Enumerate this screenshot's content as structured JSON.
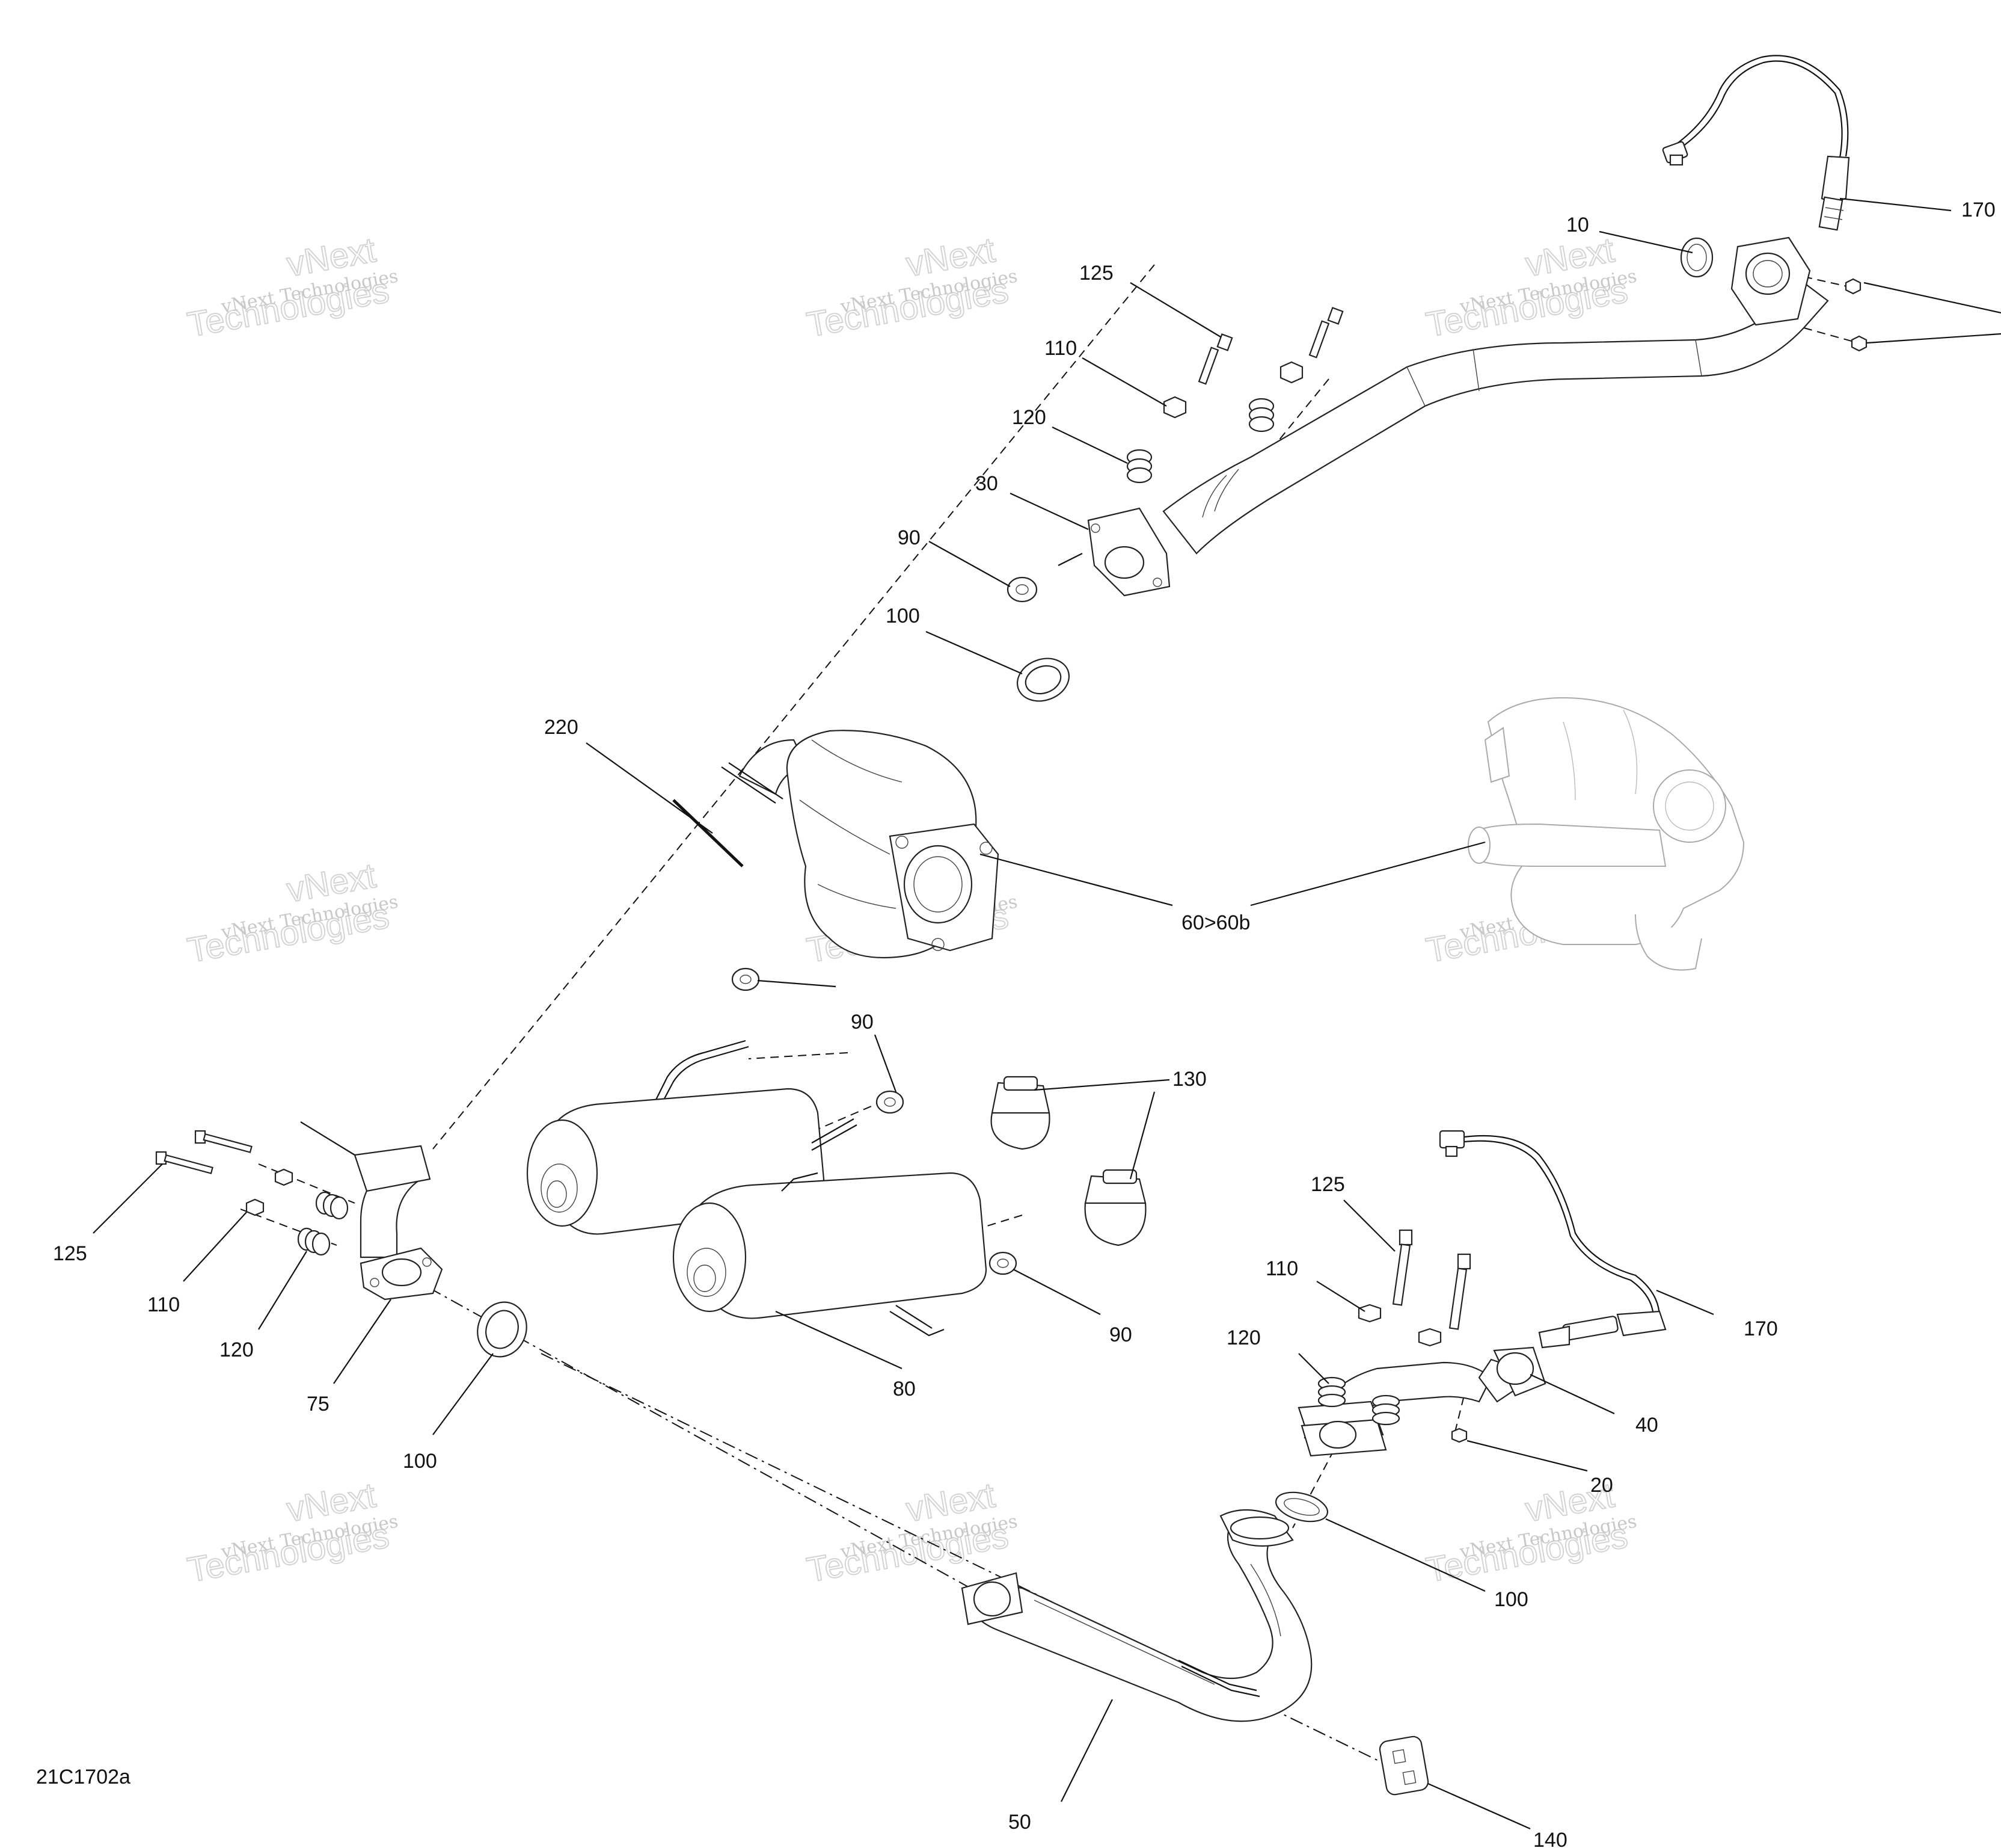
{
  "diagram_id": "21C1702a",
  "watermark": {
    "line1": "vNext Technologies",
    "line2a": "vNext",
    "line2b": "Technologies"
  },
  "callouts": [
    {
      "id": "c-170-top",
      "text": "170"
    },
    {
      "id": "c-10",
      "text": "10"
    },
    {
      "id": "c-125-top",
      "text": "125"
    },
    {
      "id": "c-110-top",
      "text": "110"
    },
    {
      "id": "c-120-top",
      "text": "120"
    },
    {
      "id": "c-30",
      "text": "30"
    },
    {
      "id": "c-90-top",
      "text": "90"
    },
    {
      "id": "c-100-top",
      "text": "100"
    },
    {
      "id": "c-220",
      "text": "220"
    },
    {
      "id": "c-60",
      "text": "60>60b"
    },
    {
      "id": "c-90-mid",
      "text": "90"
    },
    {
      "id": "c-130",
      "text": "130"
    },
    {
      "id": "c-125-left",
      "text": "125"
    },
    {
      "id": "c-110-left",
      "text": "110"
    },
    {
      "id": "c-120-left",
      "text": "120"
    },
    {
      "id": "c-75",
      "text": "75"
    },
    {
      "id": "c-100-left",
      "text": "100"
    },
    {
      "id": "c-80",
      "text": "80"
    },
    {
      "id": "c-90-low",
      "text": "90"
    },
    {
      "id": "c-125-right",
      "text": "125"
    },
    {
      "id": "c-110-right",
      "text": "110"
    },
    {
      "id": "c-120-right",
      "text": "120"
    },
    {
      "id": "c-170-right",
      "text": "170"
    },
    {
      "id": "c-40",
      "text": "40"
    },
    {
      "id": "c-20",
      "text": "20"
    },
    {
      "id": "c-100-right",
      "text": "100"
    },
    {
      "id": "c-50",
      "text": "50"
    },
    {
      "id": "c-140",
      "text": "140"
    }
  ]
}
